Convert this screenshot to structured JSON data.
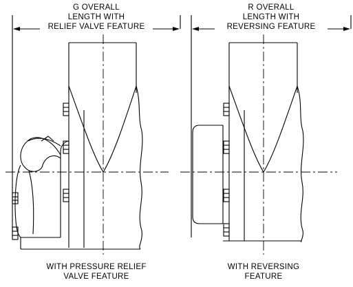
{
  "left_view": {
    "dimension_label": [
      "G  OVERALL",
      "LENGTH WITH",
      "RELIEF VALVE FEATURE"
    ],
    "caption": [
      "WITH PRESSURE RELIEF",
      "VALVE FEATURE"
    ]
  },
  "right_view": {
    "dimension_label": [
      "R  OVERALL",
      "LENGTH WITH",
      "REVERSING FEATURE"
    ],
    "caption": [
      "WITH REVERSING",
      "FEATURE"
    ]
  },
  "colors": {
    "line": "#000000",
    "background": "#ffffff"
  }
}
